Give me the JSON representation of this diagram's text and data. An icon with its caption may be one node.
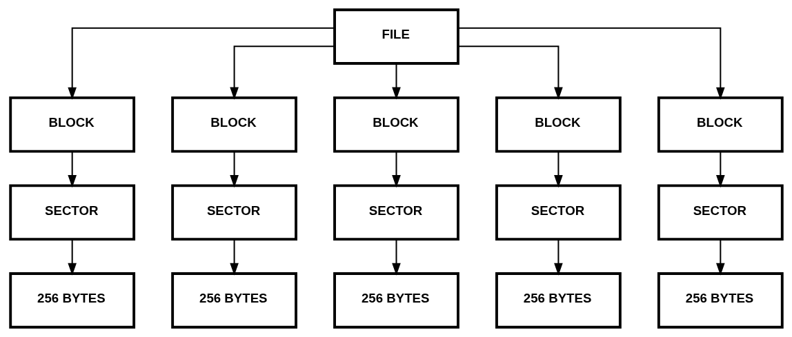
{
  "diagram": {
    "nodes": [
      {
        "text": [
          "FILE"
        ]
      },
      {
        "text": [
          "BLOCK"
        ]
      },
      {
        "text": [
          "BLOCK"
        ]
      },
      {
        "text": [
          "BLOCK"
        ]
      },
      {
        "text": [
          "BLOCK"
        ]
      },
      {
        "text": [
          "BLOCK"
        ]
      },
      {
        "text": [
          "SECTOR"
        ]
      },
      {
        "text": [
          "SECTOR"
        ]
      },
      {
        "text": [
          "SECTOR"
        ]
      },
      {
        "text": [
          "SECTOR"
        ]
      },
      {
        "text": [
          "SECTOR"
        ]
      },
      {
        "text": [
          "256 BYTES"
        ]
      },
      {
        "text": [
          "256 BYTES"
        ]
      },
      {
        "text": [
          "256 BYTES"
        ]
      },
      {
        "text": [
          "256 BYTES"
        ]
      },
      {
        "text": [
          "256 BYTES"
        ]
      }
    ],
    "edges": [
      {
        "from": 0,
        "to": 1,
        "arrow": "to"
      },
      {
        "from": 0,
        "to": 2,
        "arrow": "to"
      },
      {
        "from": 0,
        "to": 3,
        "arrow": "to"
      },
      {
        "from": 0,
        "to": 4,
        "arrow": "to"
      },
      {
        "from": 0,
        "to": 5,
        "arrow": "to"
      },
      {
        "from": 1,
        "to": 6,
        "arrow": "to"
      },
      {
        "from": 2,
        "to": 7,
        "arrow": "to"
      },
      {
        "from": 3,
        "to": 8,
        "arrow": "to"
      },
      {
        "from": 4,
        "to": 9,
        "arrow": "to"
      },
      {
        "from": 5,
        "to": 10,
        "arrow": "to"
      },
      {
        "from": 6,
        "to": 11,
        "arrow": "to"
      },
      {
        "from": 7,
        "to": 12,
        "arrow": "to"
      },
      {
        "from": 8,
        "to": 13,
        "arrow": "to"
      },
      {
        "from": 9,
        "to": 14,
        "arrow": "to"
      },
      {
        "from": 10,
        "to": 15,
        "arrow": "to"
      }
    ]
  }
}
